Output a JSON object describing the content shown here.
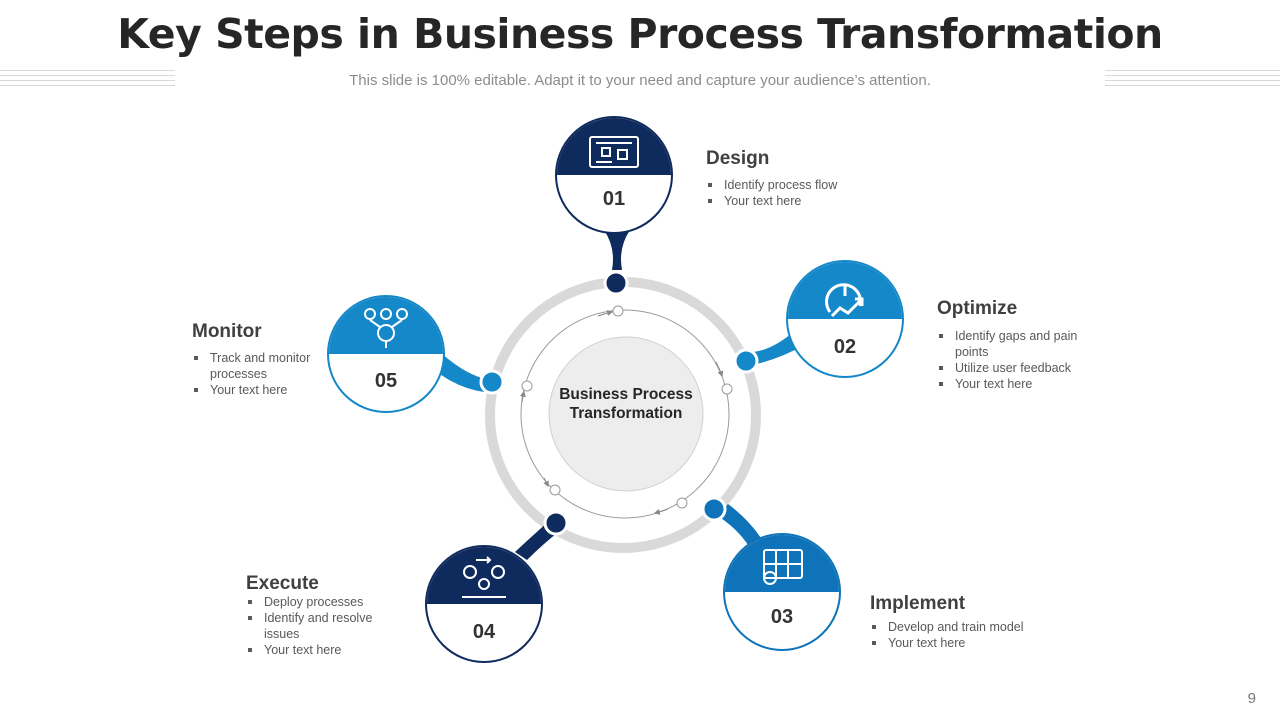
{
  "slide": {
    "title": "Key Steps in Business Process Transformation",
    "subtitle": "This slide is 100% editable. Adapt it to your need and capture your audience’s attention.",
    "page_number": "9"
  },
  "center": {
    "label": "Business Process Transformation"
  },
  "colors": {
    "dark_navy": "#0f2a5c",
    "medium_blue": "#0e73b8",
    "teal_blue": "#1488c8",
    "ring_gray": "#d9d9d9",
    "center_fill": "#ededed"
  },
  "steps": [
    {
      "number": "01",
      "title": "Design",
      "bullets": [
        "Identify process flow",
        "Your text here"
      ],
      "icon": "blueprint-icon",
      "color": "#0f2a5c"
    },
    {
      "number": "02",
      "title": "Optimize",
      "bullets": [
        "Identify gaps and pain points",
        "Utilize user feedback",
        "Your text here"
      ],
      "icon": "speedometer-growth-icon",
      "color": "#1488c8"
    },
    {
      "number": "03",
      "title": "Implement",
      "bullets": [
        "Develop and train model",
        "Your text here"
      ],
      "icon": "floorplan-gear-icon",
      "color": "#0e73b8"
    },
    {
      "number": "04",
      "title": "Execute",
      "bullets": [
        "Deploy processes",
        "Identify and resolve issues",
        "Your text here"
      ],
      "icon": "gears-person-icon",
      "color": "#0f2a5c"
    },
    {
      "number": "05",
      "title": "Monitor",
      "bullets": [
        "Track and monitor processes",
        "Your text here"
      ],
      "icon": "monitoring-gear-icon",
      "color": "#1488c8"
    }
  ]
}
